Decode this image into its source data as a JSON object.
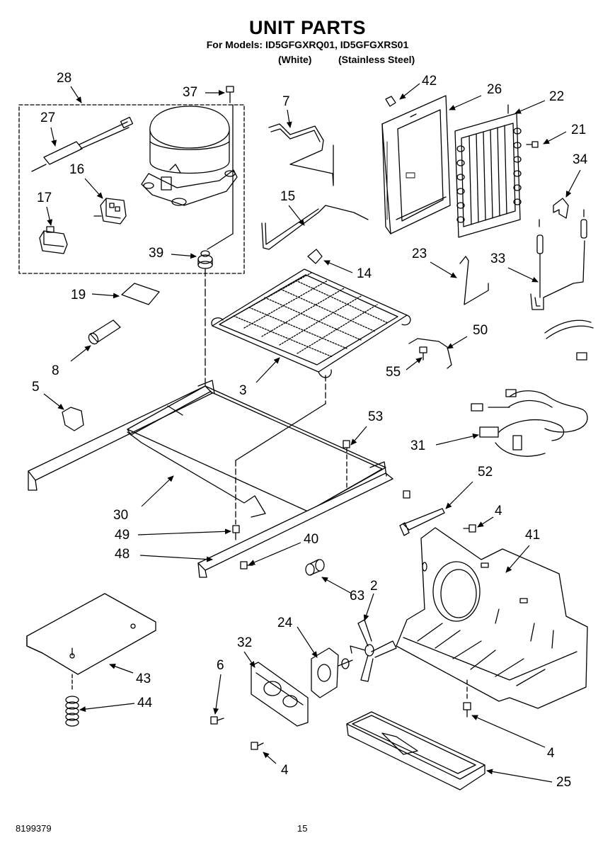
{
  "header": {
    "title": "UNIT PARTS",
    "models_line": "For Models: ID5GFGXRQ01, ID5GFGXRS01",
    "variant_white": "(White)",
    "variant_stainless": "(Stainless Steel)"
  },
  "labels": [
    {
      "id": "p28",
      "text": "28"
    },
    {
      "id": "p37",
      "text": "37"
    },
    {
      "id": "p7",
      "text": "7"
    },
    {
      "id": "p42",
      "text": "42"
    },
    {
      "id": "p26",
      "text": "26"
    },
    {
      "id": "p22",
      "text": "22"
    },
    {
      "id": "p27",
      "text": "27"
    },
    {
      "id": "p21",
      "text": "21"
    },
    {
      "id": "p16",
      "text": "16"
    },
    {
      "id": "p34",
      "text": "34"
    },
    {
      "id": "p17",
      "text": "17"
    },
    {
      "id": "p15",
      "text": "15"
    },
    {
      "id": "p39",
      "text": "39"
    },
    {
      "id": "p14",
      "text": "14"
    },
    {
      "id": "p23",
      "text": "23"
    },
    {
      "id": "p33",
      "text": "33"
    },
    {
      "id": "p19",
      "text": "19"
    },
    {
      "id": "p8",
      "text": "8"
    },
    {
      "id": "p50",
      "text": "50"
    },
    {
      "id": "p5",
      "text": "5"
    },
    {
      "id": "p3",
      "text": "3"
    },
    {
      "id": "p55",
      "text": "55"
    },
    {
      "id": "p53",
      "text": "53"
    },
    {
      "id": "p31",
      "text": "31"
    },
    {
      "id": "p52",
      "text": "52"
    },
    {
      "id": "p30",
      "text": "30"
    },
    {
      "id": "p4a",
      "text": "4"
    },
    {
      "id": "p49",
      "text": "49"
    },
    {
      "id": "p41",
      "text": "41"
    },
    {
      "id": "p40",
      "text": "40"
    },
    {
      "id": "p48",
      "text": "48"
    },
    {
      "id": "p63",
      "text": "63"
    },
    {
      "id": "p2",
      "text": "2"
    },
    {
      "id": "p24",
      "text": "24"
    },
    {
      "id": "p32",
      "text": "32"
    },
    {
      "id": "p43",
      "text": "43"
    },
    {
      "id": "p6",
      "text": "6"
    },
    {
      "id": "p44",
      "text": "44"
    },
    {
      "id": "p4b",
      "text": "4"
    },
    {
      "id": "p4c",
      "text": "4"
    },
    {
      "id": "p25",
      "text": "25"
    }
  ],
  "footer": {
    "doc_number": "8199379",
    "page_number": "15"
  }
}
